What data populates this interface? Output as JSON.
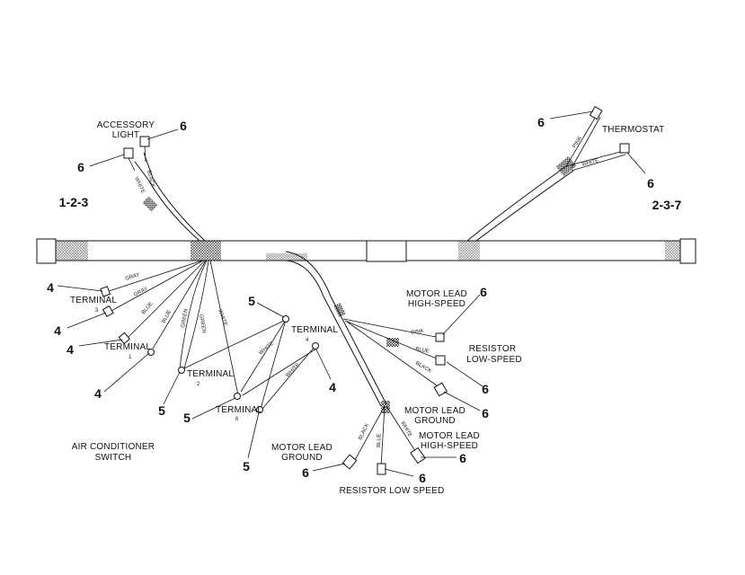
{
  "labels": {
    "accessory_light_1": "ACCESSORY",
    "accessory_light_2": "LIGHT",
    "thermostat": "THERMOSTAT",
    "terminal_3": "TERMINAL",
    "terminal_3_num": "3",
    "terminal_1": "TERMINAL",
    "terminal_1_num": "1",
    "terminal_2": "TERMINAL",
    "terminal_2_num": "2",
    "terminal_4": "TERMINAL",
    "terminal_4_num": "4",
    "terminal_6": "TERMINAL",
    "terminal_6_num": "6",
    "motor_hi_1": "MOTOR LEAD",
    "motor_hi_2": "HIGH-SPEED",
    "resistor_low_1": "RESISTOR",
    "resistor_low_2": "LOW-SPEED",
    "motor_ground_1": "MOTOR LEAD",
    "motor_ground_2": "GROUND",
    "motor_hi_b_1": "MOTOR LEAD",
    "motor_hi_b_2": "HIGH-SPEED",
    "motor_ground_b_1": "MOTOR LEAD",
    "motor_ground_b_2": "GROUND",
    "ac_switch_1": "AIR CONDITIONER",
    "ac_switch_2": "SWITCH",
    "resistor_low_speed": "RESISTOR LOW SPEED"
  },
  "callouts": {
    "left_end": "1-2-3",
    "right_end": "2-3-7",
    "c6": "6",
    "c4": "4",
    "c5": "5"
  },
  "wire_colors": {
    "black": "BLACK",
    "white": "WHITE",
    "gray": "GRAY",
    "blue": "BLUE",
    "green": "GREEN",
    "pink": "PINK"
  }
}
